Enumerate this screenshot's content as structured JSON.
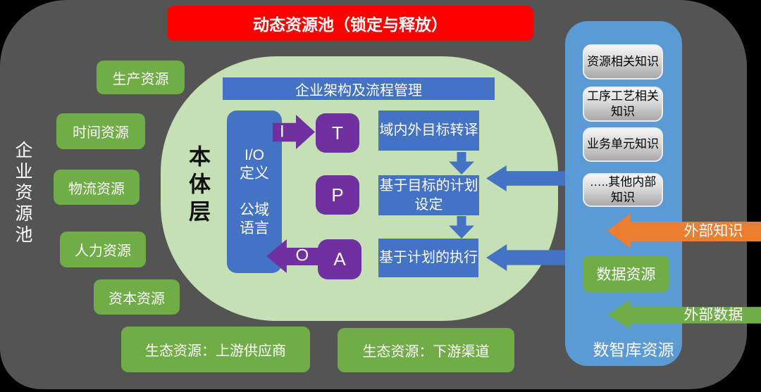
{
  "top_banner": {
    "label": "动态资源池（锁定与释放）"
  },
  "left_pool": {
    "title": "企业资源池",
    "resources": [
      "生产资源",
      "时间资源",
      "物流资源",
      "人力资源",
      "资本资源"
    ]
  },
  "eco_resources": [
    "生态资源：上游供应商",
    "生态资源：下游渠道"
  ],
  "ontology": {
    "layer_title": "本体层",
    "header": "企业架构及流程管理",
    "io_box": "I/O\n定义\n\n公域\n语言",
    "letters": {
      "i": "I",
      "t": "T",
      "p": "P",
      "o": "O",
      "a": "A"
    },
    "processes": [
      "域内外目标转译",
      "基于目标的计划设定",
      "基于计划的执行"
    ]
  },
  "knowledge_panel": {
    "title": "数智库资源",
    "items": [
      "资源相关知识",
      "工序工艺相关知识",
      "业务单元知识",
      "…..其他内部知识"
    ],
    "data_resource": "数据资源",
    "external_knowledge": "外部知识",
    "external_data": "外部数据"
  },
  "colors": {
    "canvas": "#545454",
    "red": "#FF0000",
    "green": "#70AD47",
    "light_green": "#C5E0B4",
    "blue": "#4472C4",
    "panel_blue": "#5B9BD5",
    "purple": "#7030A0",
    "orange": "#ED7D31"
  }
}
